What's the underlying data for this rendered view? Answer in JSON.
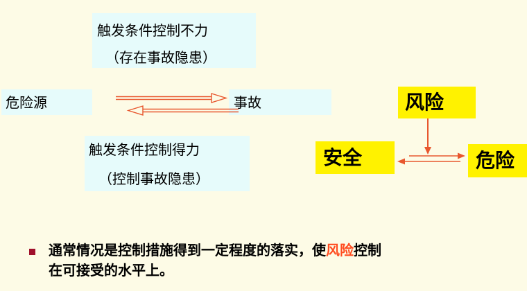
{
  "diagram": {
    "trigger_fail": {
      "line1": "触发条件控制不力",
      "line2": "（存在事故隐患）"
    },
    "hazard": "危险源",
    "accident": "事故",
    "trigger_ok": {
      "line1": "触发条件控制得力",
      "line2": "（控制事故隐患）"
    },
    "risk": "风险",
    "safety": "安全",
    "danger": "危险"
  },
  "bullet": {
    "part1": "通常情况是控制措施得到一定程度的落实，使",
    "emphasis": "风险",
    "part2": "控制",
    "line2": "在可接受的水平上。"
  },
  "colors": {
    "background": "#fdfbe6",
    "cyan_box": "#e6fbfb",
    "yellow_box": "#fff200",
    "arrow": "#e8572e",
    "emphasis_text": "#ff4b1f",
    "bullet_marker": "#a0102b"
  }
}
